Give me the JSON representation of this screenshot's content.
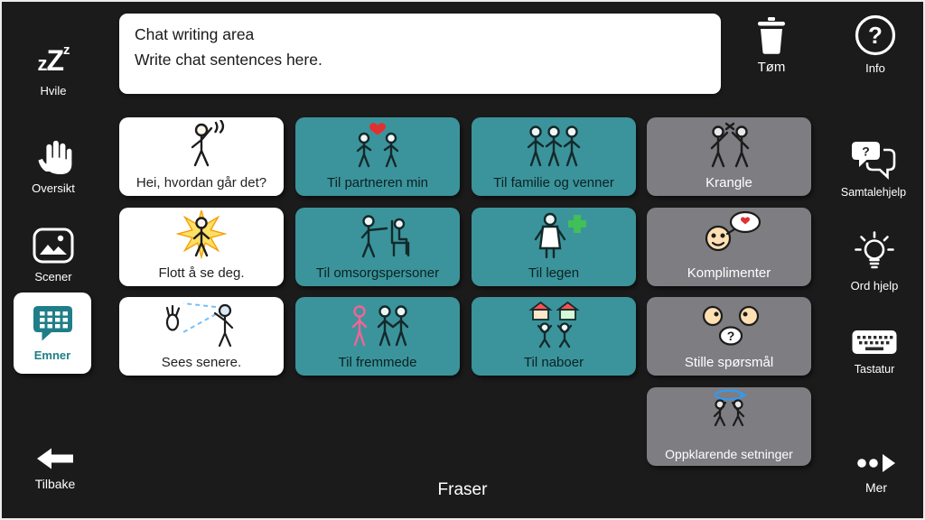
{
  "colors": {
    "background": "#1b1b1b",
    "teal_cell": "#3b949b",
    "gray_cell": "#7d7d82",
    "accent_teal": "#1f7e87",
    "card_white": "#ffffff"
  },
  "chat_area": {
    "line1": "Chat writing area",
    "line2": "Write chat sentences here."
  },
  "toolbar": {
    "clear_label": "Tøm",
    "info_label": "Info"
  },
  "left_sidebar": {
    "items": [
      {
        "label": "Hvile",
        "icon": "zzz-sleep-icon",
        "selected": false
      },
      {
        "label": "Oversikt",
        "icon": "hand-icon",
        "selected": false
      },
      {
        "label": "Scener",
        "icon": "scenes-image-icon",
        "selected": false
      },
      {
        "label": "Emner",
        "icon": "topics-grid-bubble-icon",
        "selected": true
      }
    ]
  },
  "right_sidebar": {
    "items": [
      {
        "label": "Samtalehjelp",
        "icon": "chat-help-icon"
      },
      {
        "label": "Ord hjelp",
        "icon": "lightbulb-icon"
      },
      {
        "label": "Tastatur",
        "icon": "keyboard-icon"
      }
    ]
  },
  "grid": {
    "cells": [
      {
        "label": "Hei, hvordan går det?",
        "style": "white",
        "icon": "person-waving-hello"
      },
      {
        "label": "Til partneren min",
        "style": "teal",
        "icon": "couple-with-heart"
      },
      {
        "label": "Til familie og venner",
        "style": "teal",
        "icon": "family-group"
      },
      {
        "label": "Krangle",
        "style": "gray",
        "icon": "two-people-arguing"
      },
      {
        "label": "Flott å se deg.",
        "style": "white",
        "icon": "person-with-sunburst"
      },
      {
        "label": "Til omsorgspersoner",
        "style": "teal",
        "icon": "caregiver-with-seated-person"
      },
      {
        "label": "Til legen",
        "style": "teal",
        "icon": "doctor-with-green-cross"
      },
      {
        "label": "Komplimenter",
        "style": "gray",
        "icon": "face-with-heart-speech-bubble"
      },
      {
        "label": "Sees senere.",
        "style": "white",
        "icon": "person-waving-goodbye"
      },
      {
        "label": "Til fremmede",
        "style": "teal",
        "icon": "stranger-and-pair"
      },
      {
        "label": "Til naboer",
        "style": "teal",
        "icon": "neighbors-with-houses"
      },
      {
        "label": "Stille spørsmål",
        "style": "gray",
        "icon": "two-faces-question-bubble"
      },
      {
        "label": "Oppklarende setninger",
        "style": "gray",
        "icon": "two-people-cycle-arrow"
      }
    ]
  },
  "bottom_bar": {
    "back_label": "Tilbake",
    "title": "Fraser",
    "more_label": "Mer"
  },
  "glyphs": {
    "question_mark": "?",
    "z_small": "z",
    "z_large": "Z",
    "z_tiny": "z"
  }
}
